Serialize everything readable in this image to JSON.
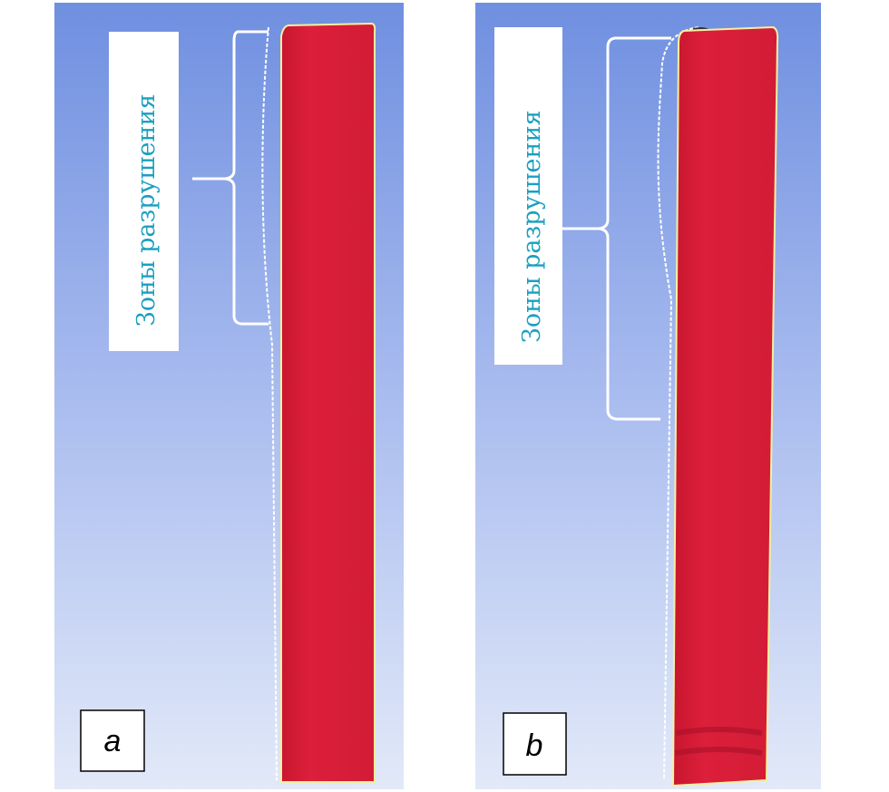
{
  "panels": [
    {
      "id": "a",
      "letter": "a",
      "zone_label": "Зоны разрушения"
    },
    {
      "id": "b",
      "letter": "b",
      "zone_label": "Зоны разрушения"
    }
  ],
  "colors": {
    "bar": "#d81e3a",
    "bg_top": "#6f8fe0",
    "bg_bottom": "#dfe6f8",
    "label_text": "#1aa0c0"
  }
}
